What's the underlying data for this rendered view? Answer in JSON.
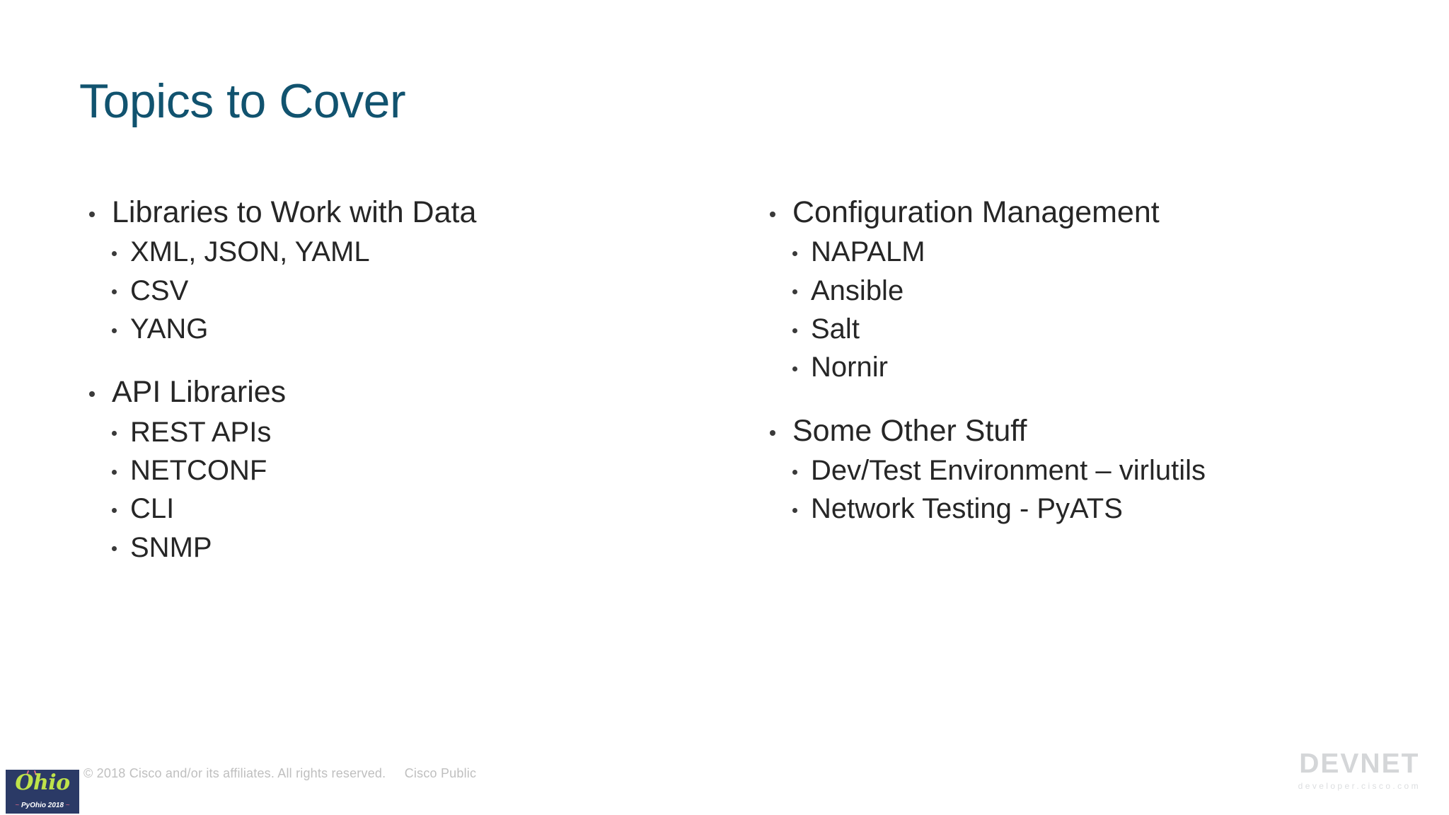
{
  "slide": {
    "title": "Topics to Cover",
    "title_color": "#11536f",
    "background_color": "#ffffff",
    "text_color": "#262626"
  },
  "columns": {
    "left": [
      {
        "heading": "Libraries to Work with Data",
        "items": [
          "XML, JSON, YAML",
          "CSV",
          "YANG"
        ]
      },
      {
        "heading": "API Libraries",
        "items": [
          "REST APIs",
          "NETCONF",
          "CLI",
          "SNMP"
        ]
      }
    ],
    "right": [
      {
        "heading": "Configuration Management",
        "items": [
          "NAPALM",
          "Ansible",
          "Salt",
          "Nornir"
        ]
      },
      {
        "heading": "Some Other Stuff",
        "items": [
          "Dev/Test Environment – virlutils",
          "Network Testing - PyATS"
        ]
      }
    ]
  },
  "footer": {
    "copyright": "© 2018  Cisco and/or its affiliates. All rights reserved.",
    "classification": "Cisco Public",
    "copyright_color": "#bfbfbf"
  },
  "devnet_logo": {
    "wordmark": "DEVNET",
    "url": "developer.cisco.com",
    "color": "#d4d6d8"
  },
  "pyohio_logo": {
    "script": "Ohio",
    "caption": "PyOhio 2018",
    "background_color": "#2b3a66",
    "script_color": "#bfe34a",
    "accent_color": "#e06a8b"
  }
}
